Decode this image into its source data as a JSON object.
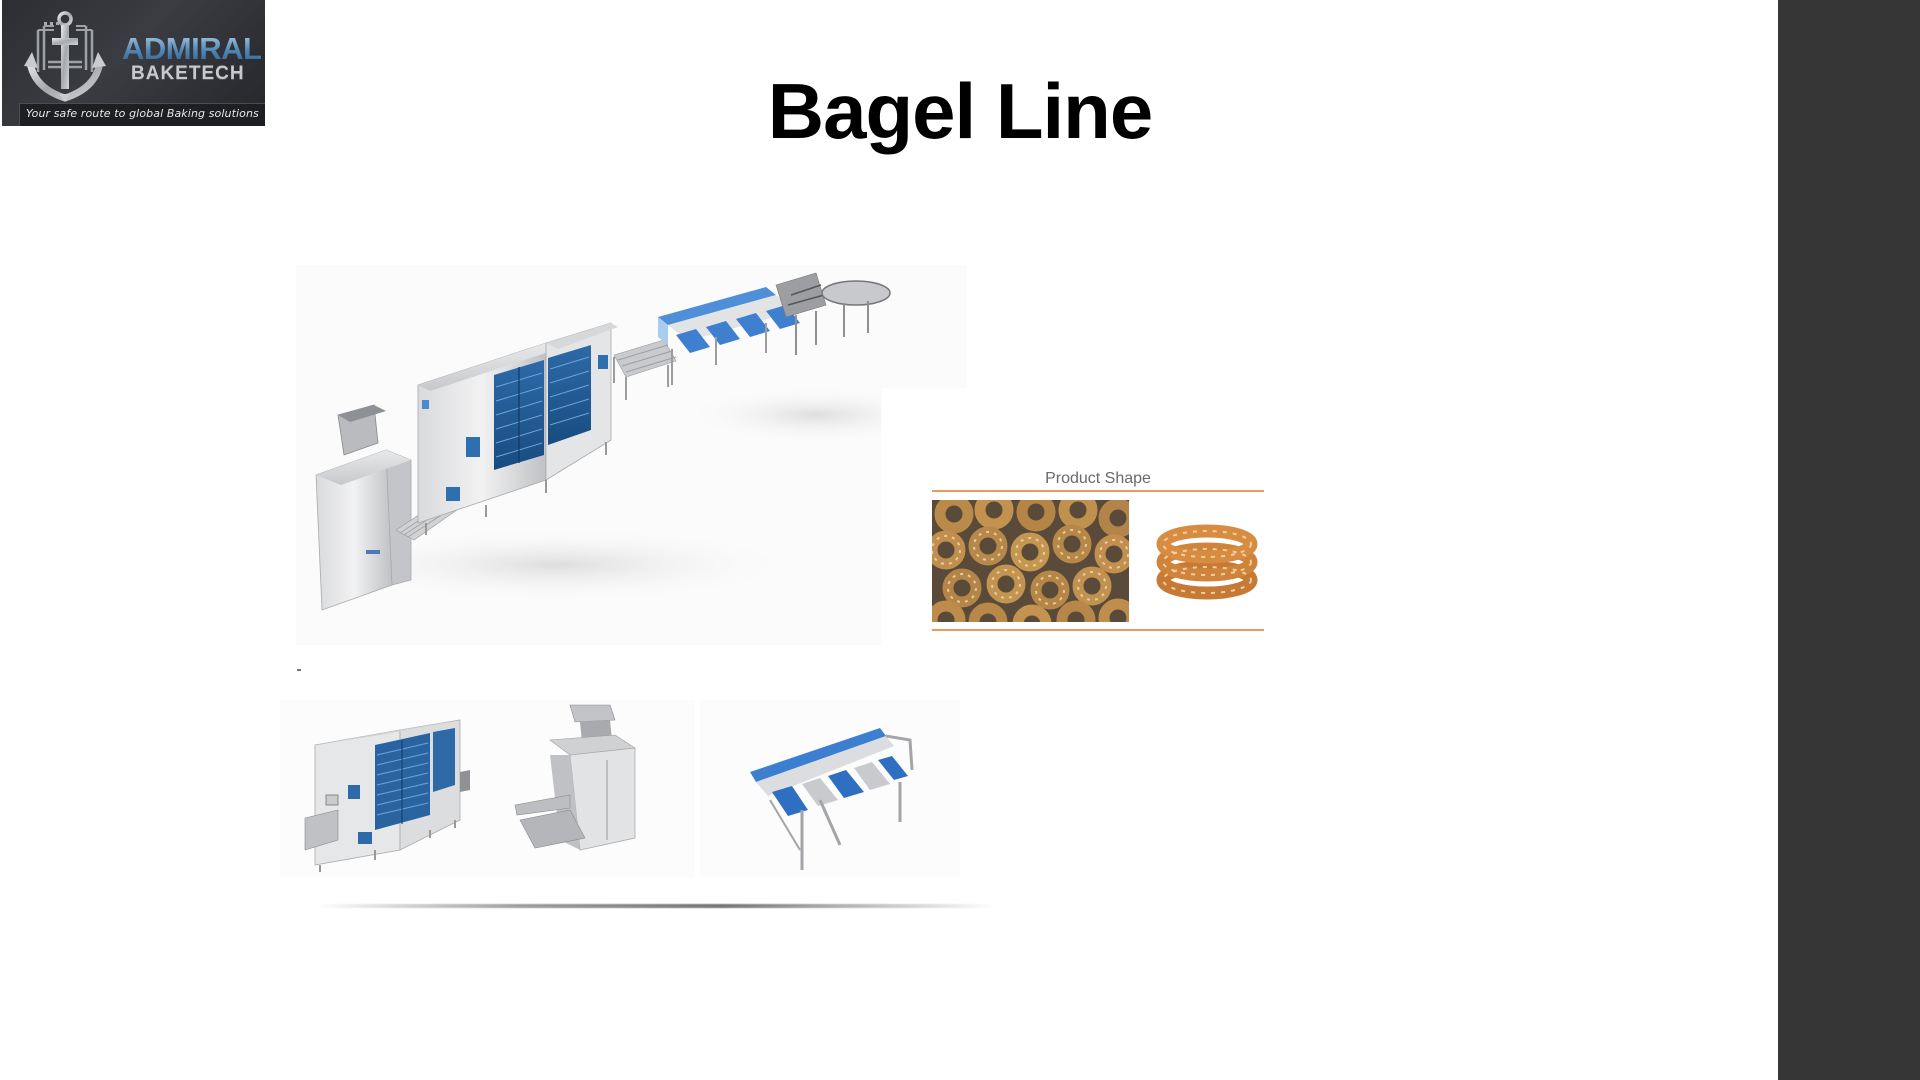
{
  "slide": {
    "title": "Bagel Line",
    "background_color": "#ffffff",
    "side_panel_color": "#363637"
  },
  "logo": {
    "brand_line1": "ADMIRAL",
    "brand_line2": "BAKETECH",
    "tagline": "Your safe route to global Baking solutions",
    "icon": "anchor-icon"
  },
  "images": {
    "main_line": "bagel-production-line-illustration",
    "bottom_strip": [
      "proofer-machine",
      "dough-divider-machine",
      "blue-conveyor-table"
    ]
  },
  "product_shape": {
    "label": "Product Shape",
    "rule_color": "#e39d5c",
    "photos": [
      "bagels-tray-photo",
      "stacked-simit-bagels-photo"
    ]
  }
}
